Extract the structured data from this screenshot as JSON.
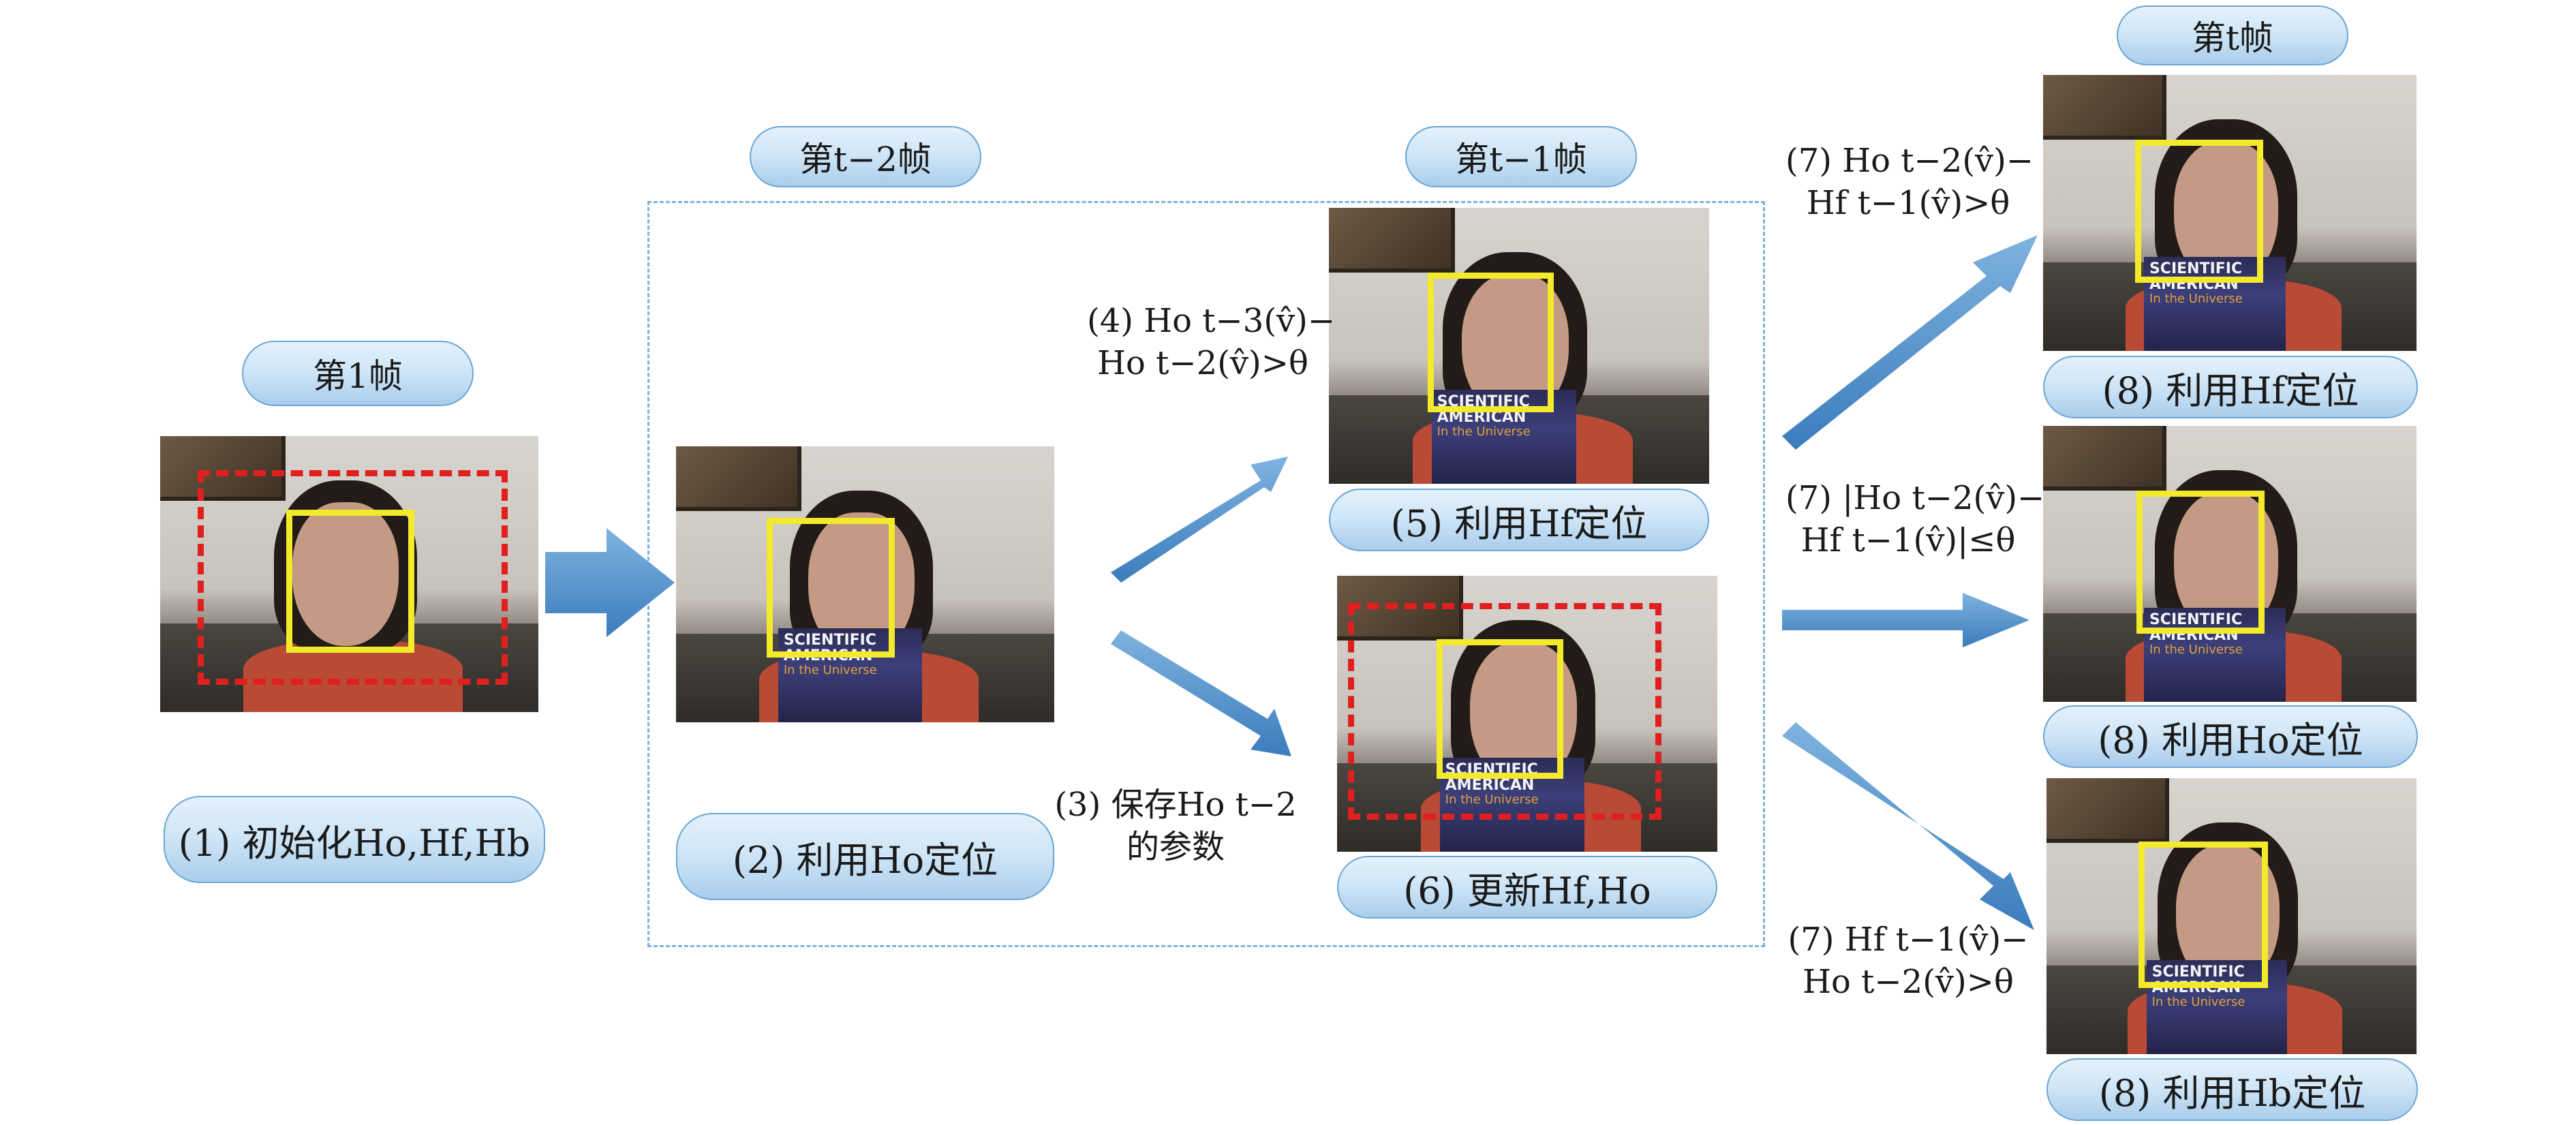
{
  "headers": {
    "frame1": "第1帧",
    "frame_t2": "第t−2帧",
    "frame_t1": "第t−1帧",
    "frame_t": "第t帧"
  },
  "steps": {
    "s1": "(1) 初始化Ho,Hf,Hb",
    "s2": "(2) 利用Ho定位",
    "s3_line1": "(3) 保存Ho t−2",
    "s3_line2": "的参数",
    "s4_line1": "(4) Ho t−3(v̂)−",
    "s4_line2": "Ho t−2(v̂)>θ",
    "s5": "(5) 利用Hf定位",
    "s6": "(6) 更新Hf,Ho",
    "s7a_line1": "(7) Ho t−2(v̂)−",
    "s7a_line2": "Hf t−1(v̂)>θ",
    "s7b_line1": "(7) |Ho t−2(v̂)−",
    "s7b_line2": "Hf t−1(v̂)|≤θ",
    "s7c_line1": "(7) Hf t−1(v̂)−",
    "s7c_line2": "Ho t−2(v̂)>θ",
    "s8a": "(8) 利用Hf定位",
    "s8b": "(8) 利用Ho定位",
    "s8c": "(8) 利用Hb定位"
  },
  "magazine": {
    "title": "SCIENTIFIC AMERICAN",
    "subtitle": "In the Universe"
  },
  "colors": {
    "pill_border": "#6aa6d6",
    "arrow": "#4f8fcb",
    "yellow_box": "#f2ea2a",
    "red_box": "#e01f1f",
    "dashed_region": "#7fb2de"
  }
}
